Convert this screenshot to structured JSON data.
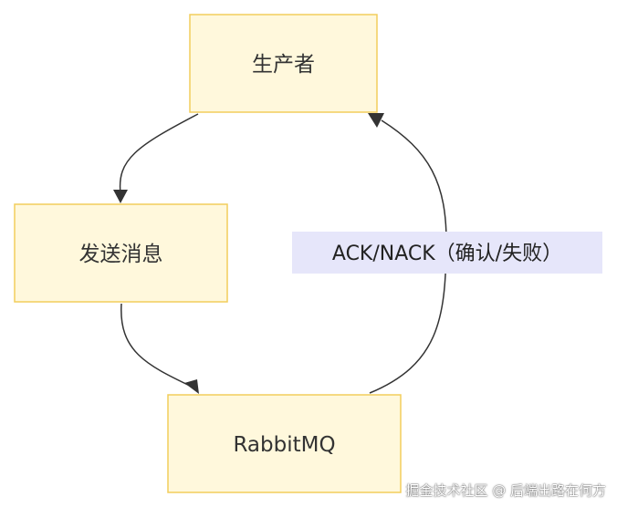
{
  "diagram": {
    "nodes": {
      "producer": {
        "label": "生产者"
      },
      "send": {
        "label": "发送消息"
      },
      "broker": {
        "label": "RabbitMQ"
      }
    },
    "edges": {
      "ack": {
        "label": "ACK/NACK（确认/失败）"
      }
    }
  },
  "colors": {
    "node_fill": "#fff8dc",
    "node_border": "#f2cd5c",
    "edge_label_bg": "#e6e6fa",
    "line": "#333333"
  },
  "watermark": {
    "text": "掘金技术社区 @ 后端出路在何方"
  }
}
